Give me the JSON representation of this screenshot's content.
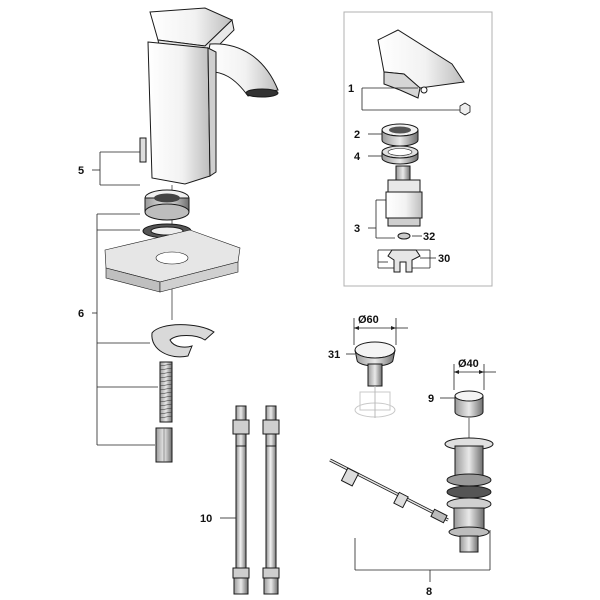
{
  "callouts": {
    "c1": "1",
    "c2": "2",
    "c3": "3",
    "c4": "4",
    "c5": "5",
    "c6": "6",
    "c8": "8",
    "c9": "9",
    "c10": "10",
    "c30": "30",
    "c31": "31",
    "c32": "32"
  },
  "dimensions": {
    "d60": "Ø60",
    "d40": "Ø40"
  },
  "colors": {
    "line": "#1a1a1a",
    "part_fill": "#ffffff",
    "light_gray": "#e6e6e6",
    "mid_gray": "#bdbdbd",
    "dark_gray": "#6f6f6f",
    "box_border": "#b0b0b0"
  }
}
